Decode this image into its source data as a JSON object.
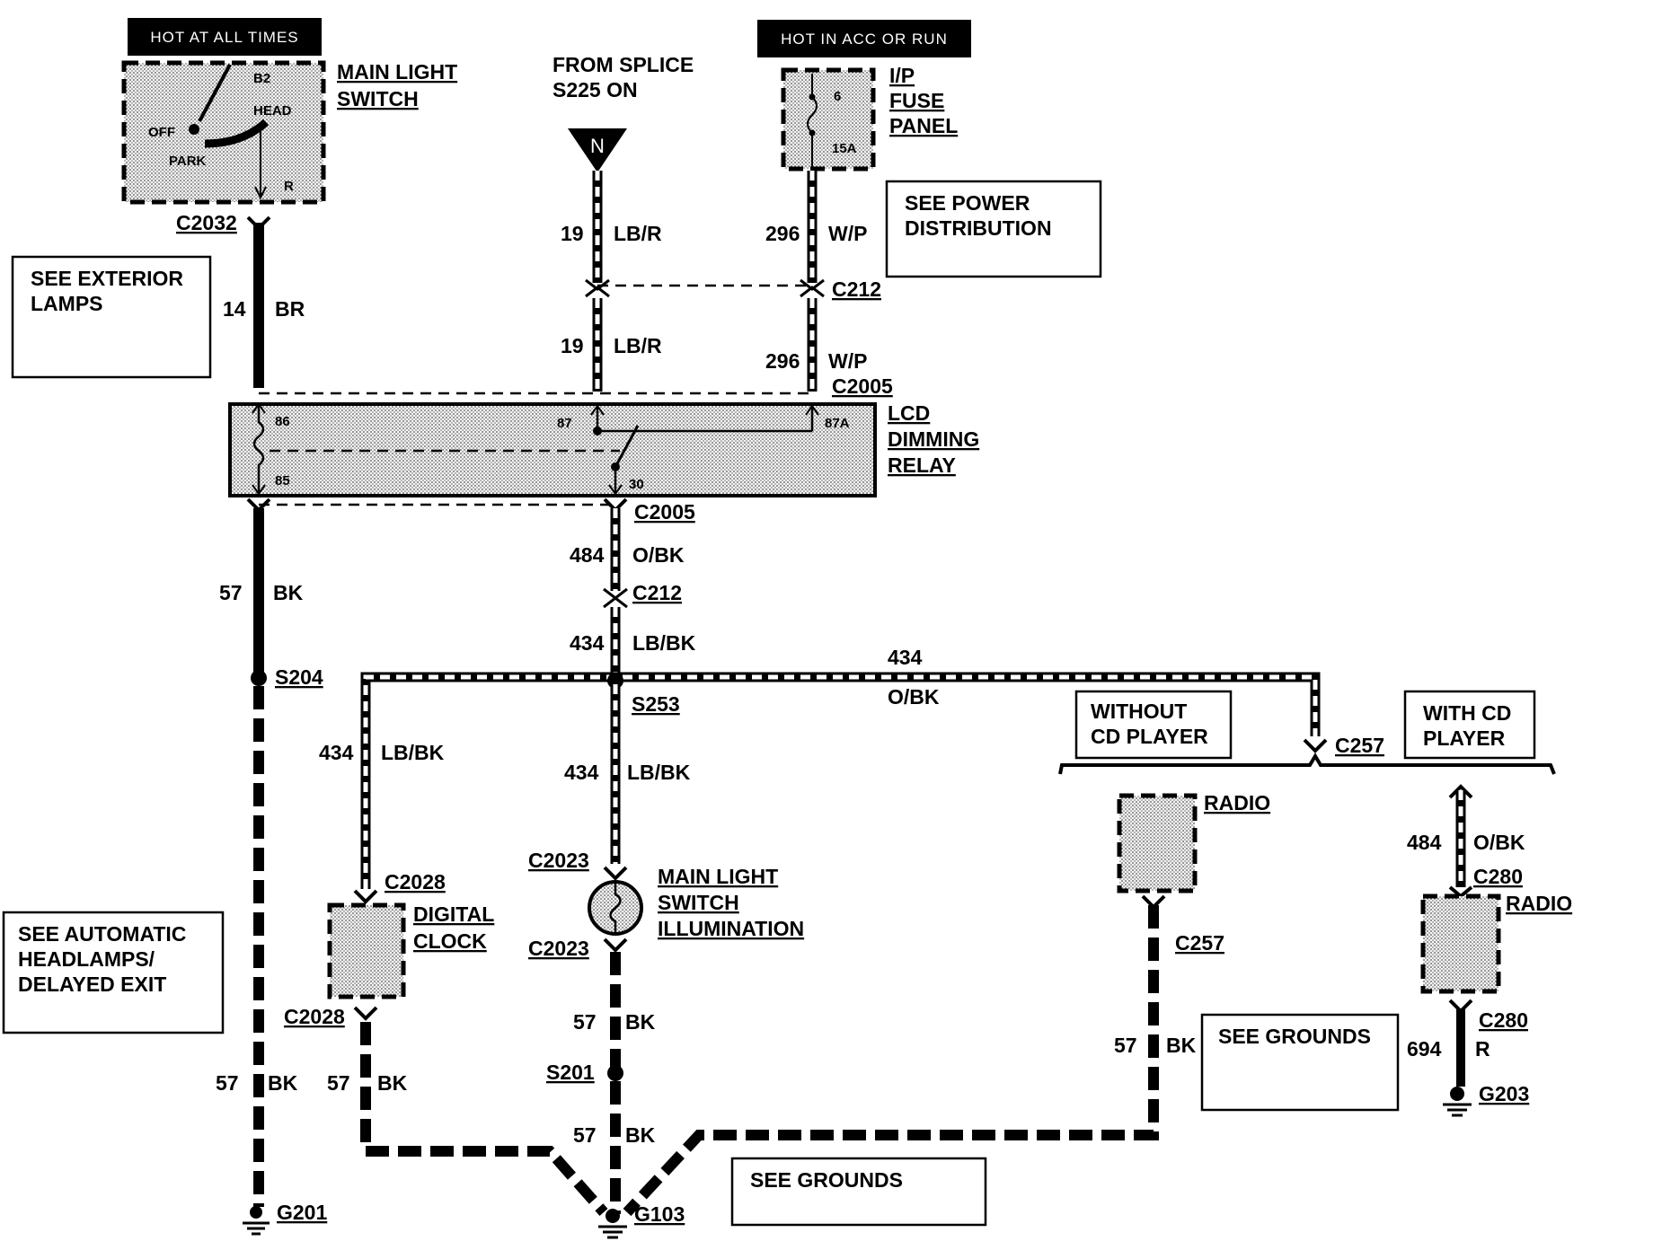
{
  "hot_tags": {
    "left": "HOT AT ALL TIMES",
    "right": "HOT IN ACC OR RUN"
  },
  "components": {
    "main_light_switch": {
      "name_line1": "MAIN LIGHT",
      "name_line2": "SWITCH",
      "pins": {
        "b2": "B2",
        "head": "HEAD",
        "off": "OFF",
        "park": "PARK",
        "r": "R"
      }
    },
    "splice_source": {
      "line1": "FROM SPLICE",
      "line2": "S225 ON",
      "symbol": "N"
    },
    "fuse_panel": {
      "line1": "I/P",
      "line2": "FUSE",
      "line3": "PANEL",
      "fuse_num": "6",
      "fuse_rating": "15A"
    },
    "lcd_relay": {
      "line1": "LCD",
      "line2": "DIMMING",
      "line3": "RELAY",
      "pins": {
        "p86": "86",
        "p85": "85",
        "p87": "87",
        "p87a": "87A",
        "p30": "30"
      }
    },
    "digital_clock": {
      "line1": "DIGITAL",
      "line2": "CLOCK"
    },
    "illumination": {
      "line1": "MAIN LIGHT",
      "line2": "SWITCH",
      "line3": "ILLUMINATION"
    },
    "radio_without": {
      "name": "RADIO"
    },
    "radio_with": {
      "name": "RADIO"
    }
  },
  "reference_boxes": {
    "exterior": {
      "line1": "SEE EXTERIOR",
      "line2": "LAMPS"
    },
    "power": {
      "line1": "SEE POWER",
      "line2": "DISTRIBUTION"
    },
    "headlamps": {
      "line1": "SEE AUTOMATIC",
      "line2": "HEADLAMPS/",
      "line3": "DELAYED EXIT"
    },
    "grounds_right": {
      "line1": "SEE GROUNDS"
    },
    "grounds_bottom": {
      "line1": "SEE GROUNDS"
    },
    "without_cd": {
      "line1": "WITHOUT",
      "line2": "CD PLAYER"
    },
    "with_cd": {
      "line1": "WITH CD",
      "line2": "PLAYER"
    }
  },
  "connectors": {
    "c2032": "C2032",
    "c212_top": "C212",
    "c2005_top": "C2005",
    "c2005_bottom": "C2005",
    "c212_mid": "C212",
    "s204": "S204",
    "s253": "S253",
    "c257_top": "C257",
    "c2028_top": "C2028",
    "c2028_bottom": "C2028",
    "c2023_top": "C2023",
    "c2023_bottom": "C2023",
    "c257_bottom": "C257",
    "c280_top": "C280",
    "c280_bottom": "C280",
    "s201": "S201",
    "g201": "G201",
    "g103": "G103",
    "g203": "G203"
  },
  "wires": {
    "w14": {
      "num": "14",
      "color": "BR"
    },
    "w19a": {
      "num": "19",
      "color": "LB/R"
    },
    "w19b": {
      "num": "19",
      "color": "LB/R"
    },
    "w296a": {
      "num": "296",
      "color": "W/P"
    },
    "w296b": {
      "num": "296",
      "color": "W/P"
    },
    "w57_relay": {
      "num": "57",
      "color": "BK"
    },
    "w484_relay": {
      "num": "484",
      "color": "O/BK"
    },
    "w434_mid": {
      "num": "434",
      "color": "LB/BK"
    },
    "w434_top": {
      "num": "434",
      "color": "O/BK"
    },
    "w434_clock": {
      "num": "434",
      "color": "LB/BK"
    },
    "w434_illum": {
      "num": "434",
      "color": "LB/BK"
    },
    "w57_left": {
      "num": "57",
      "color": "BK"
    },
    "w57_clock": {
      "num": "57",
      "color": "BK"
    },
    "w57_illum_a": {
      "num": "57",
      "color": "BK"
    },
    "w57_illum_b": {
      "num": "57",
      "color": "BK"
    },
    "w57_radio": {
      "num": "57",
      "color": "BK"
    },
    "w484_cd": {
      "num": "484",
      "color": "O/BK"
    },
    "w694": {
      "num": "694",
      "color": "R"
    }
  }
}
